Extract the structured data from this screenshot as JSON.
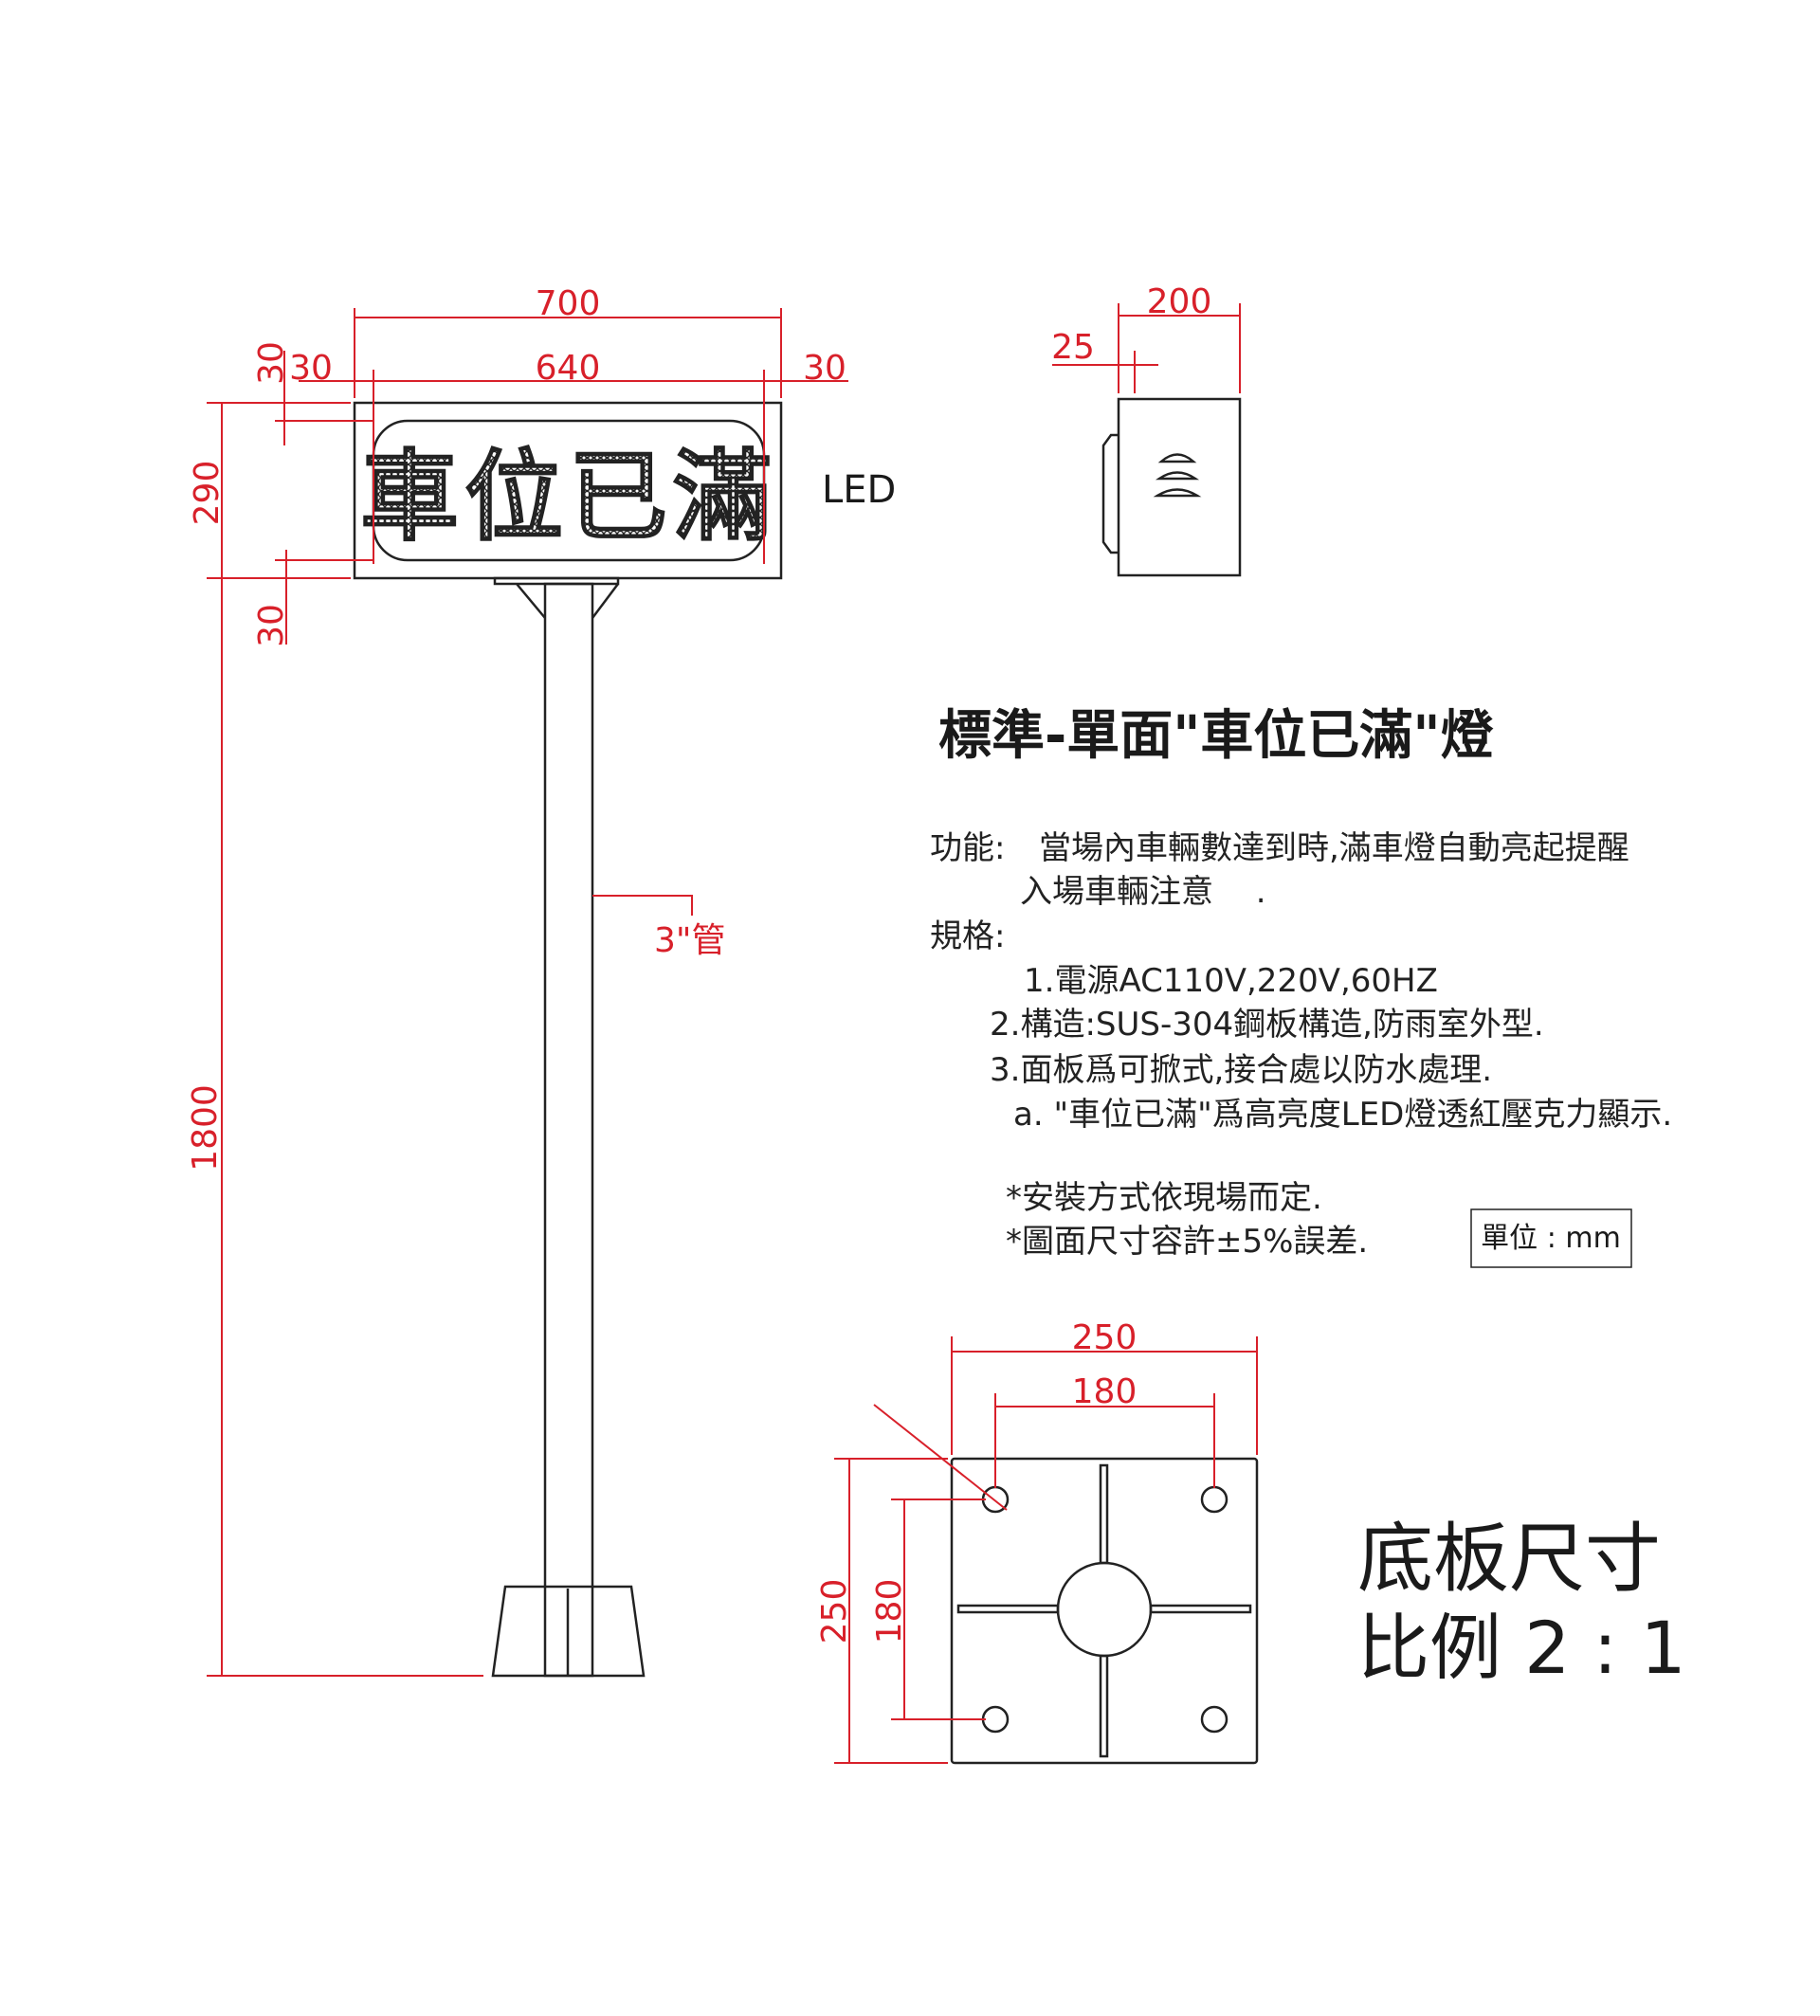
{
  "colors": {
    "dimension": "#d8202a",
    "line": "#222222"
  },
  "sign_front": {
    "display_text": "車位已滿",
    "led_label": "LED",
    "dims": {
      "overall_width": "700",
      "inner_width": "640",
      "left_margin": "30",
      "right_margin": "30",
      "top_margin": "30",
      "height": "290",
      "bottom_margin": "30",
      "total_height": "1800"
    },
    "pipe_label": "3\"管"
  },
  "sign_side": {
    "dims": {
      "depth": "200",
      "front_offset": "25"
    }
  },
  "title": "標準-單面\"車位已滿\"燈",
  "spec": {
    "function_label": "功能:",
    "function_line1": "當場內車輛數達到時,滿車燈自動亮起提醒",
    "function_line2": "入場車輛注意　 .",
    "spec_label": "規格:",
    "items": [
      "1.電源AC110V,220V,60HZ",
      "2.構造:SUS-304鋼板構造,防雨室外型.",
      "3.面板爲可掀式,接合處以防水處理.",
      "a. \"車位已滿\"爲高亮度LED燈透紅壓克力顯示."
    ],
    "notes": [
      "*安裝方式依現場而定.",
      "*圖面尺寸容許±5%誤差."
    ],
    "unit": "單位 : mm"
  },
  "base_plate": {
    "dims": {
      "outer_width": "250",
      "hole_spacing_x": "180",
      "outer_height": "250",
      "hole_spacing_y": "180"
    },
    "label_line1": "底板尺寸",
    "label_line2": "比例 2 : 1"
  }
}
